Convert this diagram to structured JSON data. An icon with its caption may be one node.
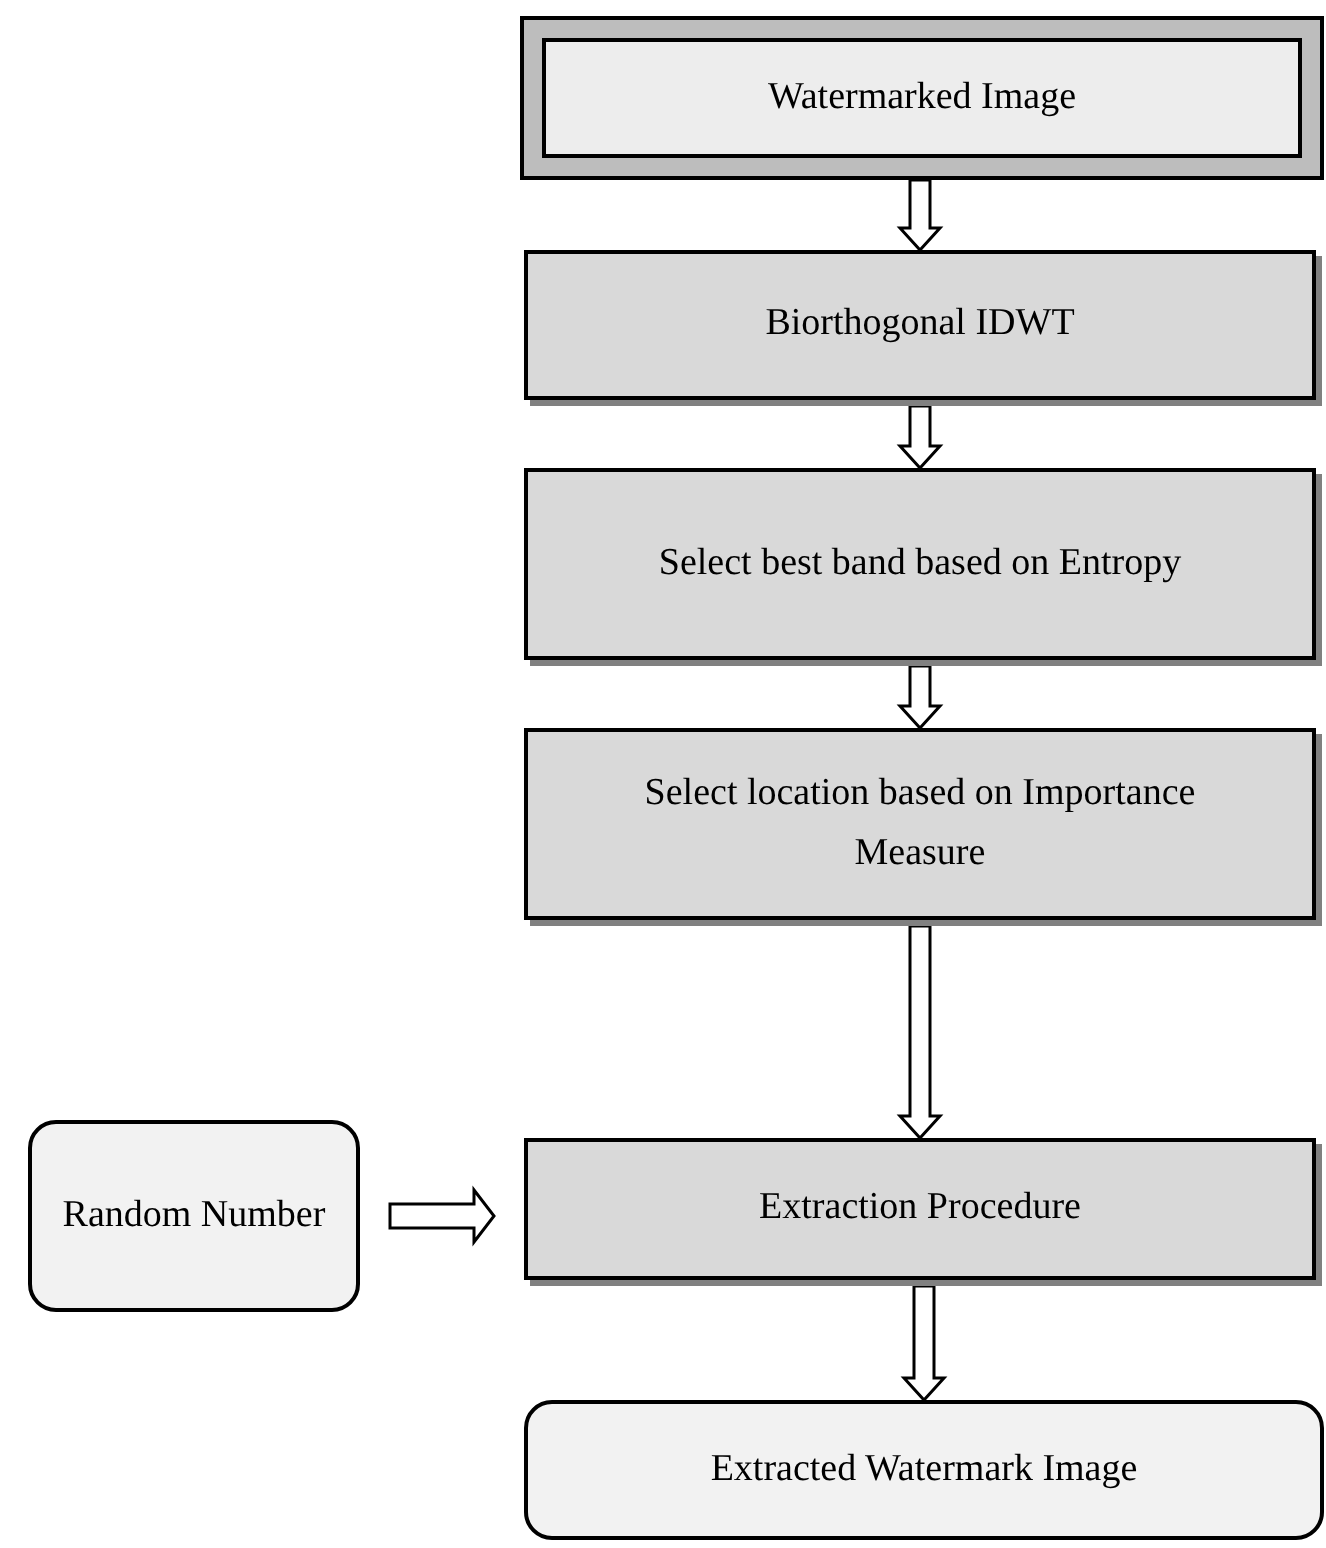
{
  "diagram": {
    "nodes": [
      {
        "text": [
          "Watermarked Image"
        ]
      },
      {
        "text": [
          "Biorthogonal IDWT"
        ]
      },
      {
        "text": [
          "Select best band based on Entropy"
        ]
      },
      {
        "text": [
          "Select location based on Importance Measure"
        ]
      },
      {
        "text": [
          "Random Number"
        ]
      },
      {
        "text": [
          "Extraction Procedure"
        ]
      },
      {
        "text": [
          "Extracted Watermark Image"
        ]
      }
    ],
    "edges": [
      {
        "from": 0,
        "to": 1,
        "arrow": "to"
      },
      {
        "from": 1,
        "to": 2,
        "arrow": "to"
      },
      {
        "from": 2,
        "to": 3,
        "arrow": "to"
      },
      {
        "from": 3,
        "to": 5,
        "arrow": "to"
      },
      {
        "from": 4,
        "to": 5,
        "arrow": "to"
      },
      {
        "from": 5,
        "to": 6,
        "arrow": "to"
      }
    ]
  }
}
